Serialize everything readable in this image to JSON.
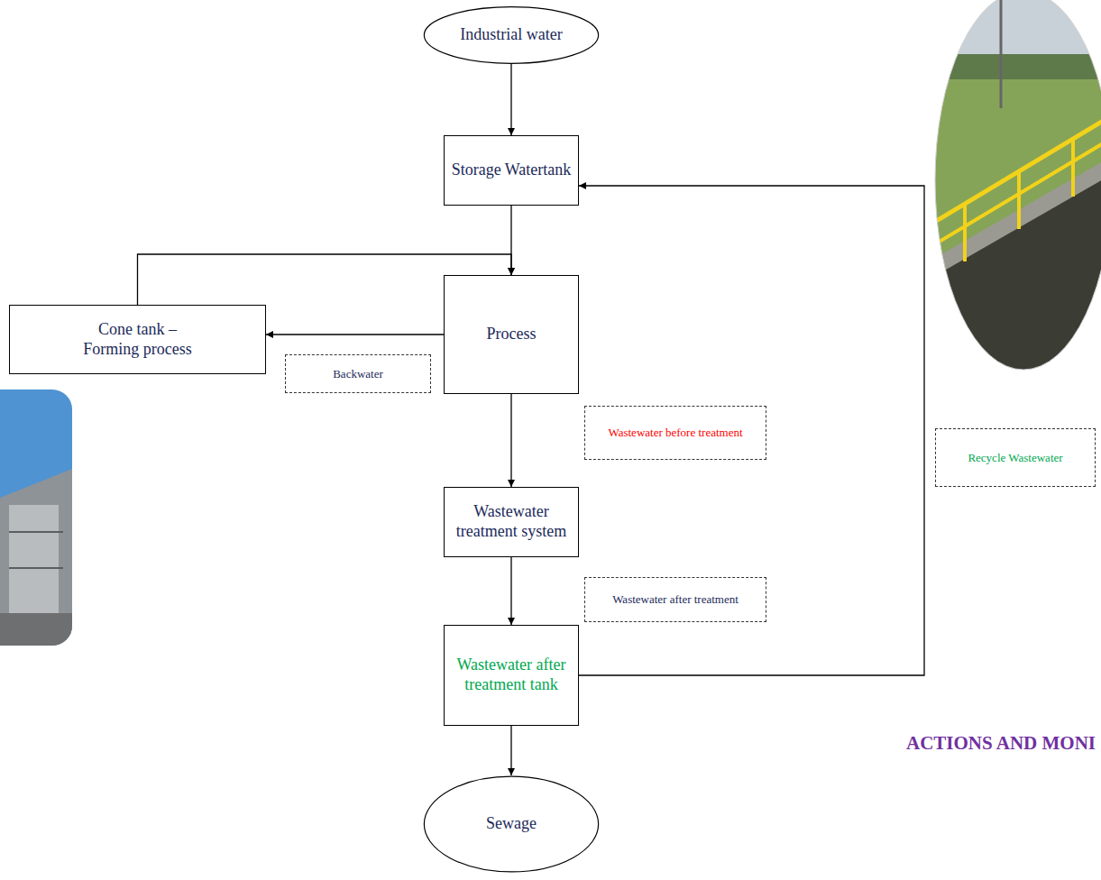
{
  "diagram": {
    "nodes": [
      {
        "text": [
          "Industrial water"
        ]
      },
      {
        "text": [
          "Storage Watertank"
        ]
      },
      {
        "text": [
          "Process"
        ]
      },
      {
        "text": [
          "Cone tank – Forming process"
        ]
      },
      {
        "text": [
          "Wastewater treatment system"
        ]
      },
      {
        "text": [
          "Wastewater after treatment tank"
        ]
      },
      {
        "text": [
          "Sewage"
        ]
      }
    ],
    "edges": [
      {
        "from": 0,
        "to": 1,
        "arrow": "to"
      },
      {
        "from": 1,
        "to": 2,
        "arrow": "to"
      },
      {
        "from": 2,
        "to": 3,
        "label": "Backwater",
        "arrow": "to"
      },
      {
        "from": 3,
        "to": 2,
        "arrow": "to"
      },
      {
        "from": 2,
        "to": 4,
        "label": "Wastewater before treatment",
        "arrow": "to"
      },
      {
        "from": 4,
        "to": 5,
        "label": "Wastewater after treatment",
        "arrow": "to"
      },
      {
        "from": 5,
        "to": 1,
        "label": "Recycle Wastewater",
        "arrow": "to"
      },
      {
        "from": 5,
        "to": 6,
        "arrow": "to"
      }
    ],
    "labels": [
      "ACTIONS AND MONI"
    ]
  }
}
